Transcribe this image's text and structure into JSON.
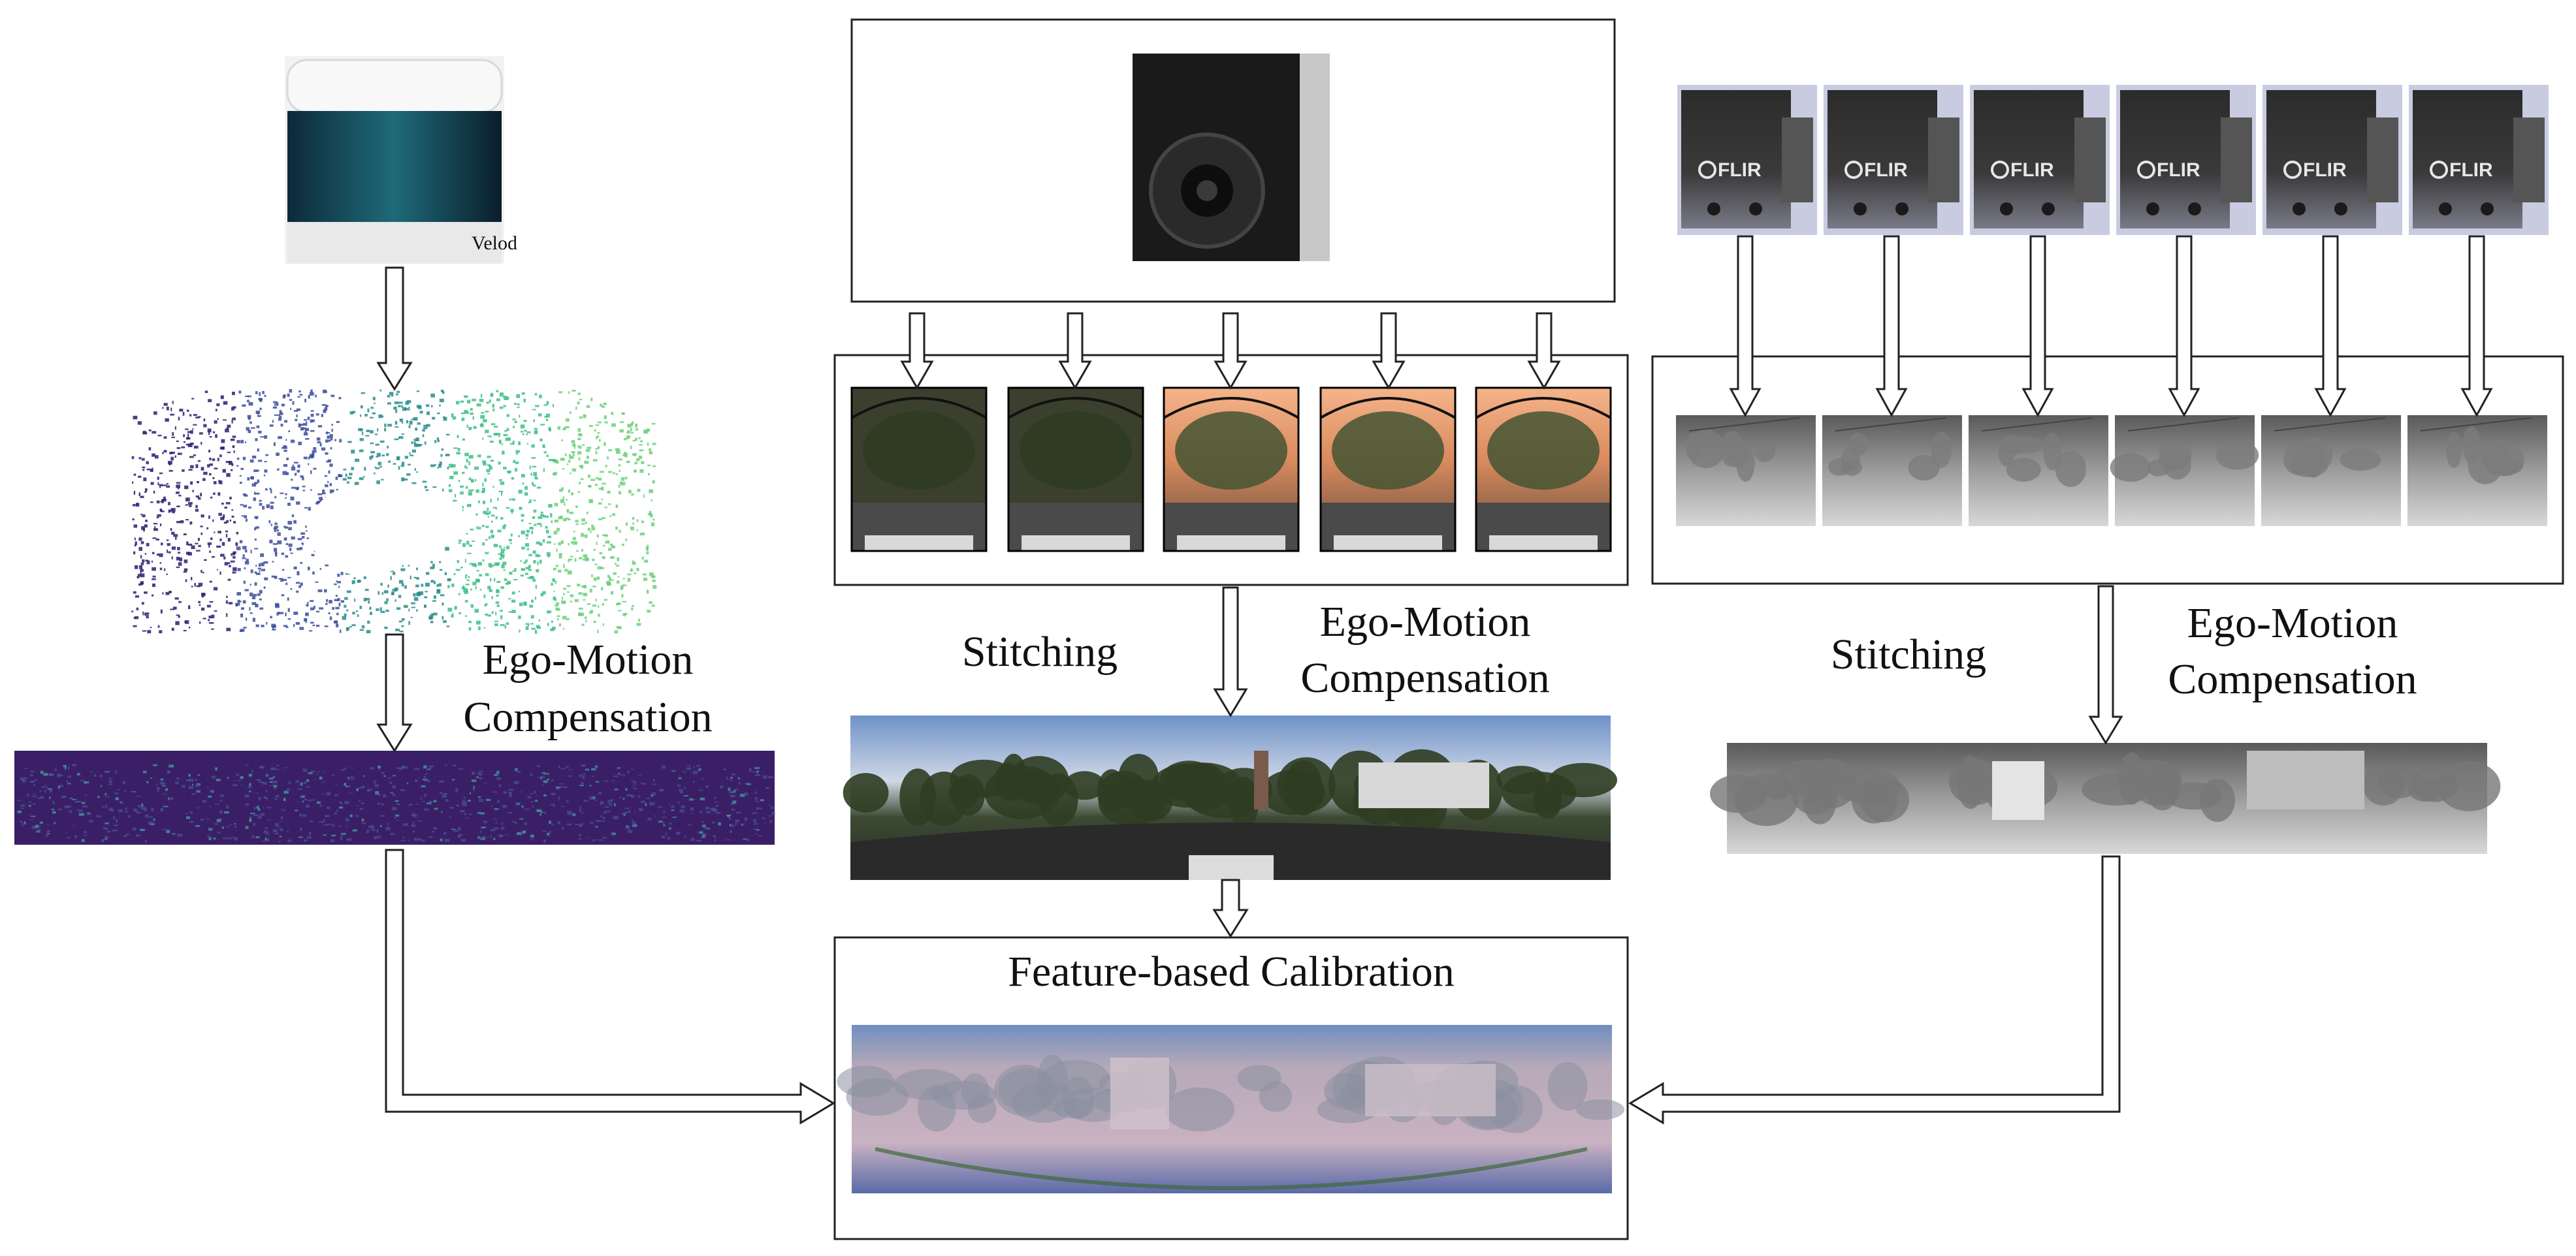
{
  "labels": {
    "lidar_ego_motion_line1": "Ego-Motion",
    "lidar_ego_motion_line2": "Compensation",
    "rgb_stitching": "Stitching",
    "rgb_ego_motion_line1": "Ego-Motion",
    "rgb_ego_motion_line2": "Compensation",
    "thermal_stitching": "Stitching",
    "thermal_ego_motion_line1": "Ego-Motion",
    "thermal_ego_motion_line2": "Compensation",
    "calibration_title": "Feature-based Calibration"
  },
  "sensor_text": {
    "lidar_brand": "Velod",
    "thermal_brand": "FLIR"
  },
  "colors": {
    "lidar_point_cloud": [
      "#2b1f6e",
      "#3b4d9a",
      "#2a8c8c",
      "#3fbf8a",
      "#6bd17a"
    ],
    "lidar_range_image": "#3b1f66",
    "sky_warm": "#f2a77a",
    "sky_blue": "#7fa3d8",
    "thermal_gray": "#9a9a9a",
    "calibration_overlay": "#b9a7b8"
  }
}
